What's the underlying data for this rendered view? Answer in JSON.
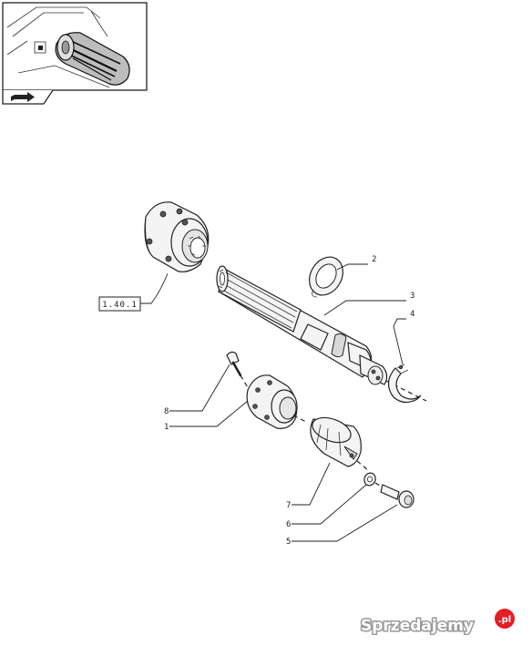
{
  "reference_box": {
    "label": "1.40.1"
  },
  "callouts": [
    {
      "id": "2",
      "label": "2"
    },
    {
      "id": "3",
      "label": "3"
    },
    {
      "id": "4",
      "label": "4"
    },
    {
      "id": "8",
      "label": "8"
    },
    {
      "id": "1",
      "label": "1"
    },
    {
      "id": "7",
      "label": "7"
    },
    {
      "id": "6",
      "label": "6"
    },
    {
      "id": "5",
      "label": "5"
    }
  ],
  "watermark": {
    "text": "Sprzedajemy",
    "suffix": ".pl"
  },
  "icons": {
    "thumbnail": "shaft-location-thumbnail",
    "nav": "arrow-right-icon"
  }
}
